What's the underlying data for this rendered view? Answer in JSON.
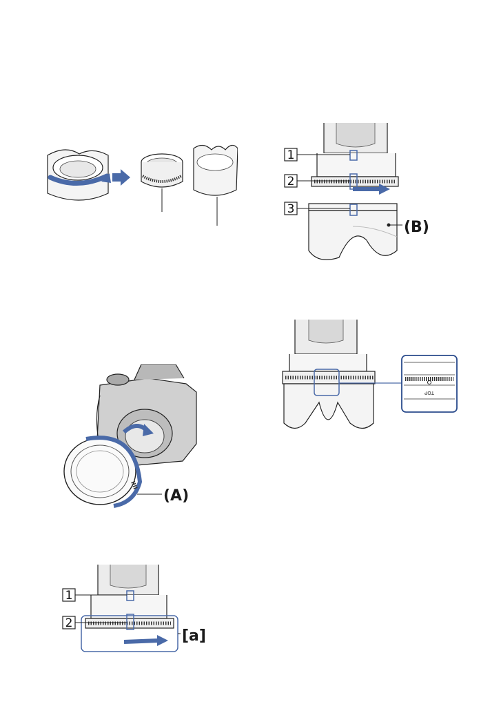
{
  "callouts": {
    "step1": "1",
    "step2": "2",
    "step3": "3",
    "label_a": "(A)",
    "label_b": "(B)",
    "bracket_a": "[a]"
  },
  "zoom": {
    "top_text": "TOP"
  },
  "colors": {
    "arrow": "#4a6aa8",
    "line": "#222222",
    "hood_fill": "#f4f4f4",
    "shade": "#cfcfcf",
    "callout_frame": "#2a4b8c"
  }
}
